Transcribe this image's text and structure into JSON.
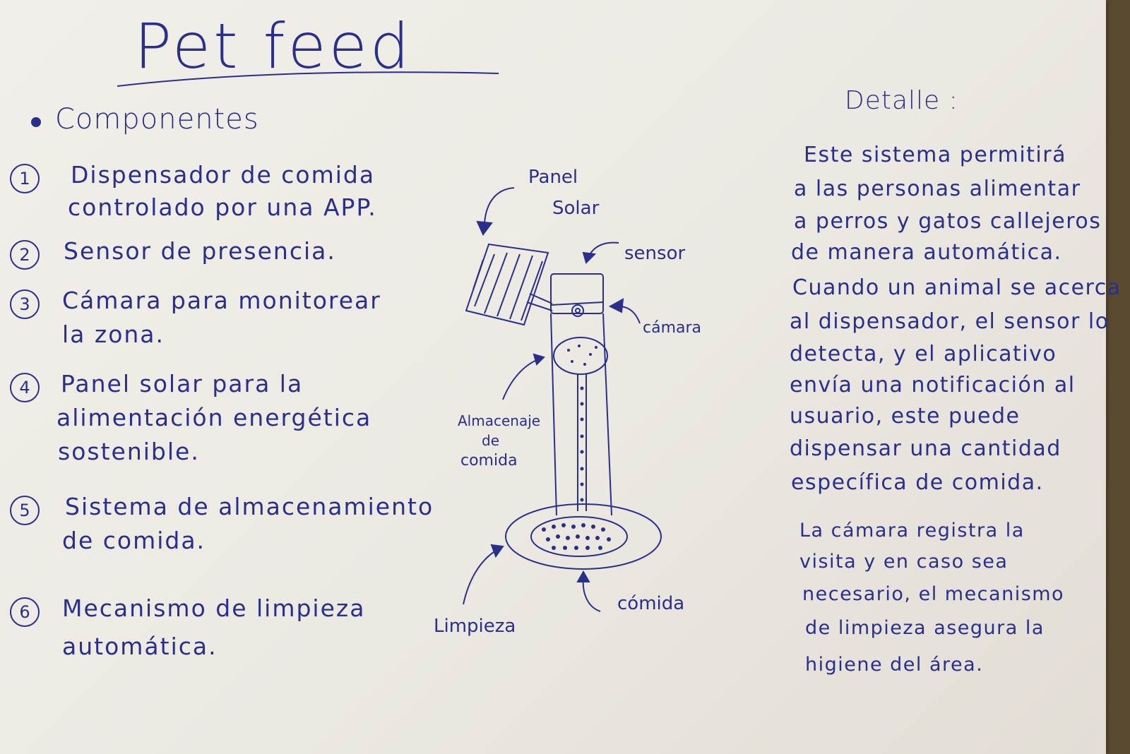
{
  "title": "Pet feed",
  "components": {
    "heading": "Componentes",
    "items": [
      {
        "num": "1",
        "lines": [
          "Dispensador de comida",
          "controlado por una APP."
        ]
      },
      {
        "num": "2",
        "lines": [
          "Sensor de presencia."
        ]
      },
      {
        "num": "3",
        "lines": [
          "Cámara para monitorear",
          "la zona."
        ]
      },
      {
        "num": "4",
        "lines": [
          "Panel solar para la",
          "alimentación energética",
          "sostenible."
        ]
      },
      {
        "num": "5",
        "lines": [
          "Sistema de almacenamiento",
          "de comida."
        ]
      },
      {
        "num": "6",
        "lines": [
          "Mecanismo de limpieza",
          "automática."
        ]
      }
    ]
  },
  "diagram": {
    "labels": {
      "panel_solar": [
        "Panel",
        "Solar"
      ],
      "sensor": "sensor",
      "camara": "cámara",
      "almacenaje": [
        "Almacenaje",
        "de",
        "comida"
      ],
      "comida": "cómida",
      "limpieza": "Limpieza"
    }
  },
  "detail": {
    "heading": "Detalle :",
    "paragraph1": [
      "Este sistema permitirá",
      "a las personas alimentar",
      "a perros y gatos callejeros",
      "de manera automática.",
      "Cuando un animal se acerca",
      "al dispensador, el sensor lo",
      "detecta, y el aplicativo",
      "envía una notificación al",
      "usuario, este puede",
      "dispensar una cantidad",
      "específica de comida."
    ],
    "paragraph2": [
      "La cámara registra la",
      "visita y en caso sea",
      "necesario, el mecanismo",
      "de limpieza asegura la",
      "higiene del área."
    ]
  }
}
